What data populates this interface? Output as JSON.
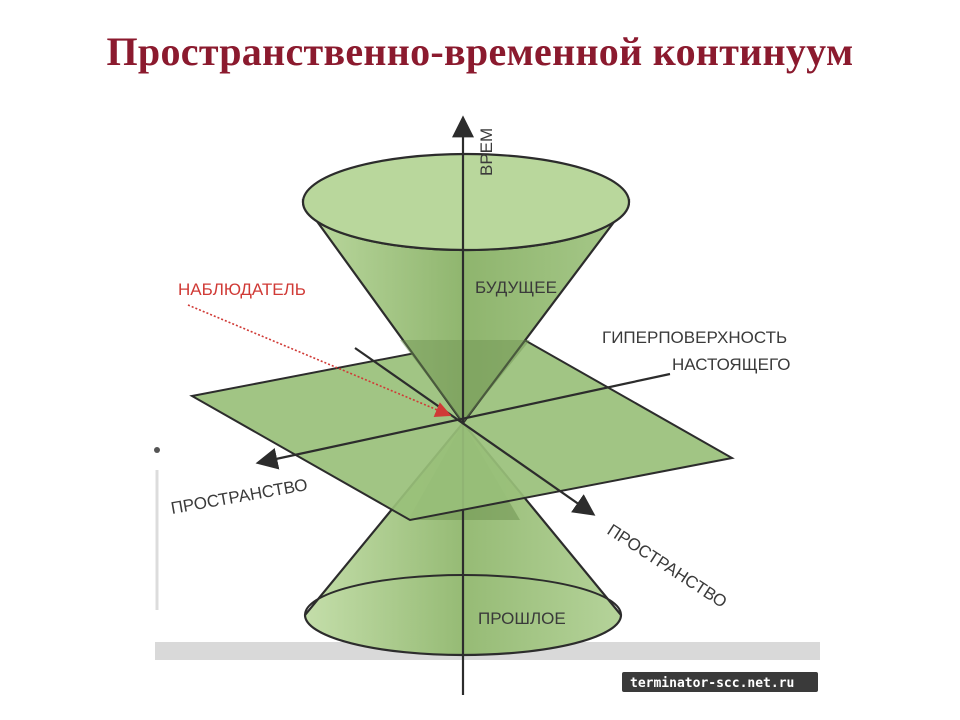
{
  "title": "Пространственно-временной континуум",
  "labels": {
    "time": "ВРЕМ",
    "future": "БУДУЩЕЕ",
    "past": "ПРОШЛОЕ",
    "observer": "НАБЛЮДАТЕЛЬ",
    "hyper_line1": "ГИПЕРПОВЕРХНОСТЬ",
    "hyper_line2": "НАСТОЯЩЕГО",
    "space_left": "ПРОСТРАНСТВО",
    "space_right": "ПРОСТРАНСТВО"
  },
  "watermark": "terminator-scc.net.ru",
  "colors": {
    "title": "#8b1a2e",
    "cone_fill": "#a9c98a",
    "cone_dark": "#86a967",
    "plane_fill": "#99c07a",
    "outline": "#2c2c2c",
    "observer_arrow": "#d03a36"
  }
}
